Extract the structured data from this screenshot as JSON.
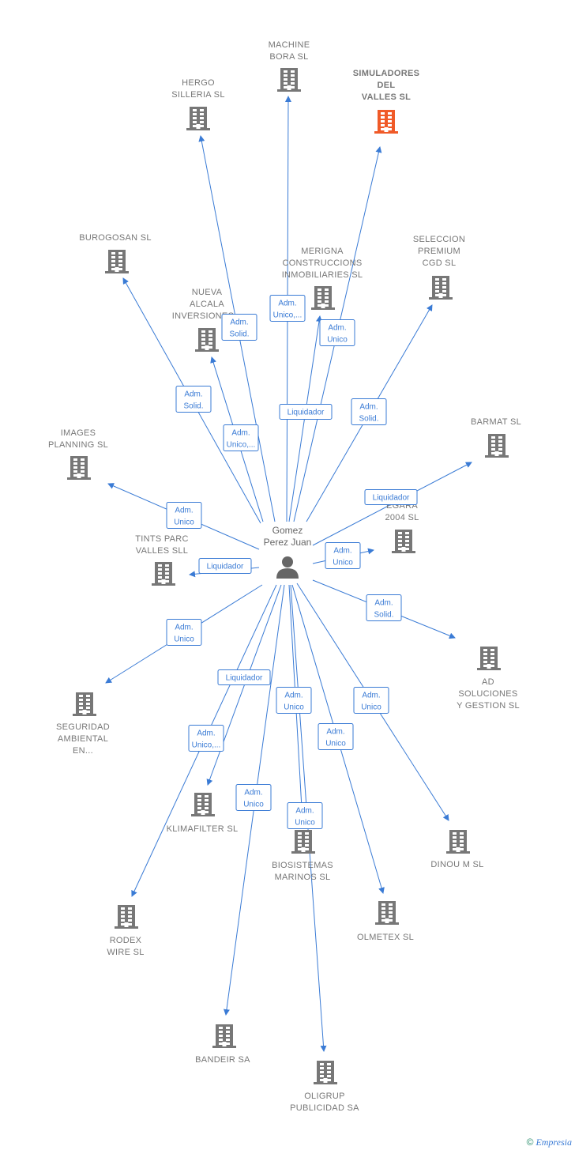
{
  "colors": {
    "edge": "#3a7bd5",
    "building": "#777777",
    "highlight": "#f05a28",
    "label": "#777777"
  },
  "person": {
    "name_lines": [
      "Gomez",
      "Perez Juan"
    ],
    "icon": "person-icon"
  },
  "companies": [
    {
      "id": "machine",
      "lines": [
        "MACHINE",
        "BORA  SL"
      ],
      "highlight": false
    },
    {
      "id": "simuladores",
      "lines": [
        "SIMULADORES",
        "DEL",
        "VALLES  SL"
      ],
      "highlight": true
    },
    {
      "id": "hergo",
      "lines": [
        "HERGO",
        "SILLERIA SL"
      ],
      "highlight": false
    },
    {
      "id": "burogosan",
      "lines": [
        "BUROGOSAN SL"
      ],
      "highlight": false
    },
    {
      "id": "merigna",
      "lines": [
        "MERIGNA",
        "CONSTRUCCIONS",
        "INMOBILIARIES SL"
      ],
      "highlight": false
    },
    {
      "id": "seleccion",
      "lines": [
        "SELECCION",
        "PREMIUM",
        "CGD  SL"
      ],
      "highlight": false
    },
    {
      "id": "nueva",
      "lines": [
        "NUEVA",
        "ALCALA",
        "INVERSIONES..."
      ],
      "highlight": false
    },
    {
      "id": "barmat",
      "lines": [
        "BARMAT SL"
      ],
      "highlight": false
    },
    {
      "id": "images",
      "lines": [
        "IMAGES",
        "PLANNING SL"
      ],
      "highlight": false
    },
    {
      "id": "egara",
      "lines": [
        "...RA",
        "EGARA",
        "2004 SL"
      ],
      "highlight": false
    },
    {
      "id": "tints",
      "lines": [
        "TINTS PARC",
        "VALLES SLL"
      ],
      "highlight": false
    },
    {
      "id": "ad",
      "lines": [
        "AD",
        "SOLUCIONES",
        "Y GESTION  SL"
      ],
      "highlight": false
    },
    {
      "id": "seguridad",
      "lines": [
        "SEGURIDAD",
        "AMBIENTAL",
        "EN..."
      ],
      "highlight": false
    },
    {
      "id": "klimafilter",
      "lines": [
        "KLIMAFILTER SL"
      ],
      "highlight": false
    },
    {
      "id": "biosistemas",
      "lines": [
        "BIOSISTEMAS",
        "MARINOS  SL"
      ],
      "highlight": false
    },
    {
      "id": "dinou",
      "lines": [
        "DINOU M SL"
      ],
      "highlight": false
    },
    {
      "id": "rodex",
      "lines": [
        "RODEX",
        "WIRE  SL"
      ],
      "highlight": false
    },
    {
      "id": "olmetex",
      "lines": [
        "OLMETEX SL"
      ],
      "highlight": false
    },
    {
      "id": "bandeir",
      "lines": [
        "BANDEIR SA"
      ],
      "highlight": false
    },
    {
      "id": "oligrup",
      "lines": [
        "OLIGRUP",
        "PUBLICIDAD SA"
      ],
      "highlight": false
    }
  ],
  "relations": [
    {
      "to": "machine",
      "lines": [
        "Adm.",
        "Unico,..."
      ]
    },
    {
      "to": "simuladores",
      "lines": [
        "Adm.",
        "Unico"
      ]
    },
    {
      "to": "hergo",
      "lines": [
        "Adm.",
        "Solid."
      ]
    },
    {
      "to": "burogosan",
      "lines": [
        "Adm.",
        "Solid."
      ]
    },
    {
      "to": "merigna",
      "lines": [
        "Liquidador"
      ]
    },
    {
      "to": "seleccion",
      "lines": [
        "Adm.",
        "Solid."
      ]
    },
    {
      "to": "nueva",
      "lines": [
        "Adm.",
        "Unico,..."
      ]
    },
    {
      "to": "barmat",
      "lines": [
        "Liquidador"
      ]
    },
    {
      "to": "images",
      "lines": [
        "Adm.",
        "Unico"
      ]
    },
    {
      "to": "egara",
      "lines": [
        "Adm.",
        "Unico"
      ]
    },
    {
      "to": "tints",
      "lines": [
        "Liquidador"
      ]
    },
    {
      "to": "ad",
      "lines": [
        "Adm.",
        "Solid."
      ]
    },
    {
      "to": "seguridad",
      "lines": [
        "Adm.",
        "Unico"
      ]
    },
    {
      "to": "klimafilter",
      "lines": [
        "Liquidador"
      ]
    },
    {
      "to": "biosistemas",
      "lines": [
        "Adm.",
        "Unico"
      ]
    },
    {
      "to": "dinou",
      "lines": [
        "Adm.",
        "Unico"
      ]
    },
    {
      "to": "rodex",
      "lines": [
        "Adm.",
        "Unico,..."
      ]
    },
    {
      "to": "olmetex",
      "lines": [
        "Adm.",
        "Unico"
      ]
    },
    {
      "to": "bandeir",
      "lines": [
        "Adm.",
        "Unico"
      ]
    },
    {
      "to": "oligrup",
      "lines": [
        "Adm.",
        "Unico"
      ]
    }
  ],
  "watermark": {
    "symbol": "©",
    "brand": "Empresia"
  }
}
